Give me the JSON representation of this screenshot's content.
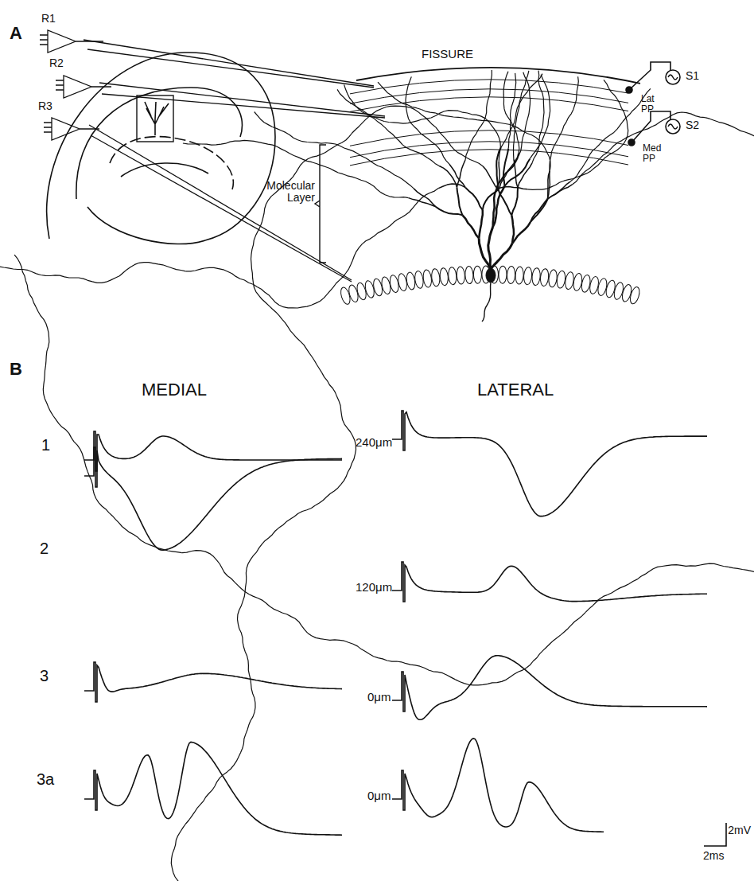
{
  "diagram": {
    "labels": [
      "A",
      "R1",
      "R2",
      "R3",
      "FISSURE",
      "S1",
      "Lat PP",
      "S2",
      "Med PP",
      "Molecular Layer",
      "B",
      "MEDIAL",
      "LATERAL",
      "1",
      "2",
      "3",
      "3a",
      "240μm",
      "120μm",
      "0μm",
      "0μm",
      "2mV",
      "2ms"
    ]
  }
}
